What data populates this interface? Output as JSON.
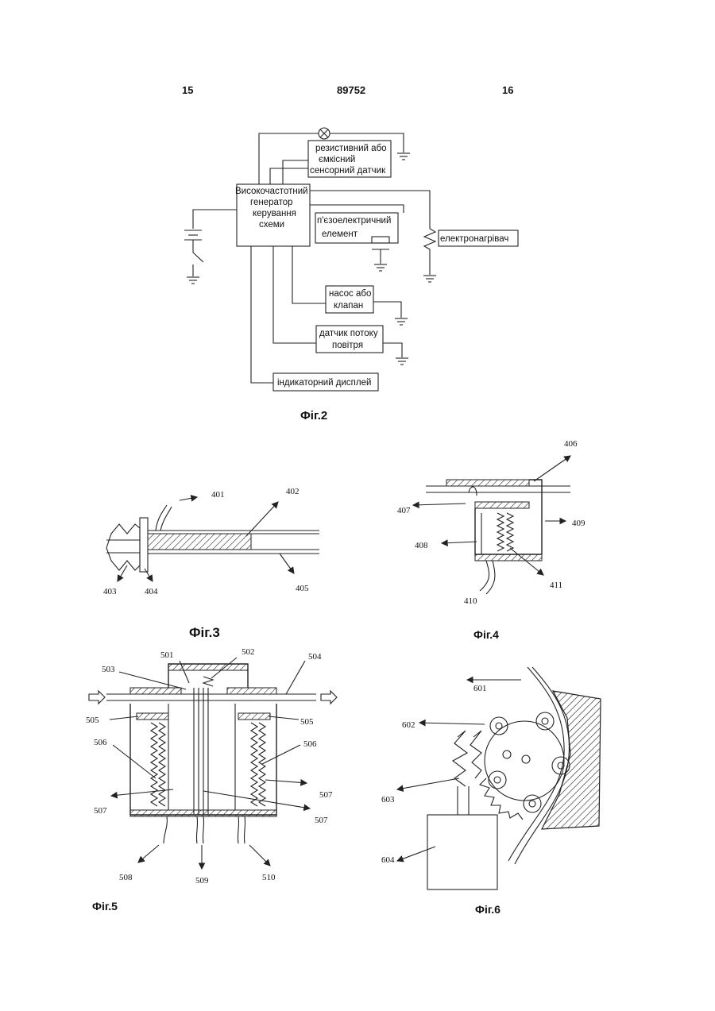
{
  "header": {
    "page_left": "15",
    "patent_number": "89752",
    "page_right": "16"
  },
  "fig2": {
    "caption": "Фіг.2",
    "generator_lines": [
      "Високочастотний",
      "генератор",
      "керування",
      "схеми"
    ],
    "sensor_lines": [
      "резистивний або",
      "ємкісний",
      "сенсорний датчик"
    ],
    "piezo_lines": [
      "п'єзоелектричний",
      "елемент"
    ],
    "heater": "електронагрівач",
    "pump_lines": [
      "насос або",
      "клапан"
    ],
    "airflow_lines": [
      "датчик потоку",
      "повітря"
    ],
    "display": "індикаторний дисплей"
  },
  "fig3": {
    "caption": "Фіг.3",
    "labels": [
      "401",
      "402",
      "403",
      "404",
      "405"
    ]
  },
  "fig4": {
    "caption": "Фіг.4",
    "labels": [
      "406",
      "407",
      "408",
      "409",
      "410",
      "411"
    ]
  },
  "fig5": {
    "caption": "Фіг.5",
    "labels": [
      "501",
      "502",
      "503",
      "504",
      "505",
      "505",
      "506",
      "506",
      "507",
      "507",
      "507",
      "508",
      "509",
      "510"
    ]
  },
  "fig6": {
    "caption": "Фіг.6",
    "labels": [
      "601",
      "602",
      "603",
      "604"
    ]
  }
}
